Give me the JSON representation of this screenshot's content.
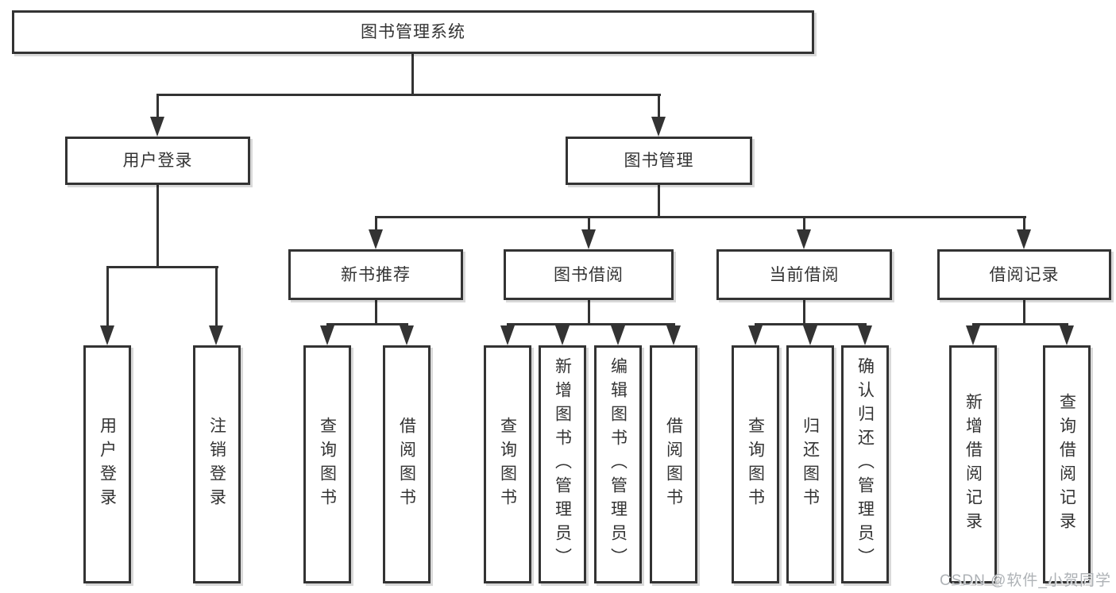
{
  "diagram": {
    "root": {
      "label": "图书管理系统"
    },
    "level2": [
      {
        "label": "用户登录"
      },
      {
        "label": "图书管理"
      }
    ],
    "level3": [
      {
        "label": "新书推荐",
        "parent": "图书管理"
      },
      {
        "label": "图书借阅",
        "parent": "图书管理"
      },
      {
        "label": "当前借阅",
        "parent": "图书管理"
      },
      {
        "label": "借阅记录",
        "parent": "图书管理"
      }
    ],
    "leaves": [
      {
        "label": "用户登录",
        "parent": "用户登录"
      },
      {
        "label": "注销登录",
        "parent": "用户登录"
      },
      {
        "label": "查询图书",
        "parent": "新书推荐"
      },
      {
        "label": "借阅图书",
        "parent": "新书推荐"
      },
      {
        "label": "查询图书",
        "parent": "图书借阅"
      },
      {
        "label": "新增图书（管理员）",
        "parent": "图书借阅"
      },
      {
        "label": "编辑图书（管理员）",
        "parent": "图书借阅"
      },
      {
        "label": "借阅图书",
        "parent": "图书借阅"
      },
      {
        "label": "查询图书",
        "parent": "当前借阅"
      },
      {
        "label": "归还图书",
        "parent": "当前借阅"
      },
      {
        "label": "确认归还（管理员）",
        "parent": "当前借阅"
      },
      {
        "label": "新增借阅记录",
        "parent": "借阅记录"
      },
      {
        "label": "查询借阅记录",
        "parent": "借阅记录"
      }
    ]
  },
  "watermark": {
    "text": "CSDN @软件_小贺同学"
  },
  "colors": {
    "line": "#333333",
    "text": "#333333",
    "background": "#ffffff",
    "watermark": "#aeb2b6"
  }
}
